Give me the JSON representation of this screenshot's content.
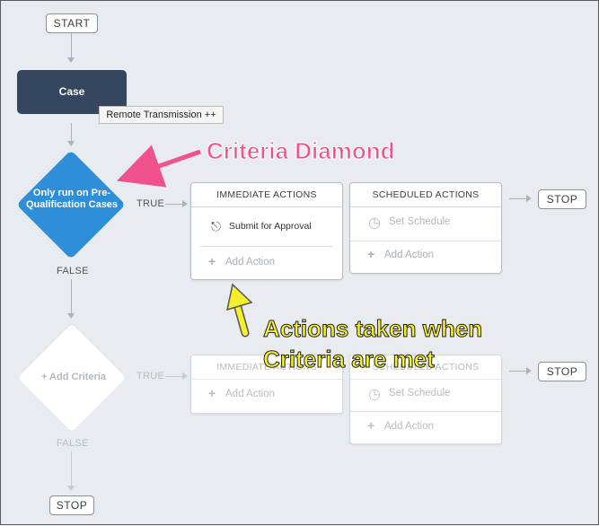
{
  "flow": {
    "start_label": "START",
    "case_label": "Case",
    "tooltip": "Remote Transmission ++",
    "criteria1": {
      "text": "Only run on Pre-Qualification Cases",
      "true_label": "TRUE",
      "false_label": "FALSE"
    },
    "immediate": {
      "header": "IMMEDIATE ACTIONS",
      "action": "Submit for Approval",
      "add_action": "Add Action"
    },
    "scheduled": {
      "header": "SCHEDULED ACTIONS",
      "set_schedule": "Set Schedule",
      "add_action": "Add Action"
    },
    "stop1": "STOP",
    "criteria2": {
      "text": "Add Criteria",
      "true_label": "TRUE",
      "false_label": "FALSE"
    },
    "immediate2": {
      "header": "IMMEDIATE ACTIONS",
      "add_action": "Add Action"
    },
    "scheduled2": {
      "header": "SCHEDULED ACTIONS",
      "set_schedule": "Set Schedule",
      "add_action": "Add Action"
    },
    "stop2": "STOP",
    "stop3": "STOP"
  },
  "annotations": {
    "criteria_diamond": "Criteria Diamond",
    "actions_line1": "Actions taken when",
    "actions_line2": "Criteria are met"
  },
  "colors": {
    "diamond_blue": "#2e8fd8",
    "case_navy": "#34475e",
    "annotation_pink": "#f0538c",
    "annotation_yellow": "#f7ef2a"
  },
  "icons": {
    "approval": "stamp-icon",
    "schedule": "clock-icon",
    "add": "plus-icon"
  }
}
